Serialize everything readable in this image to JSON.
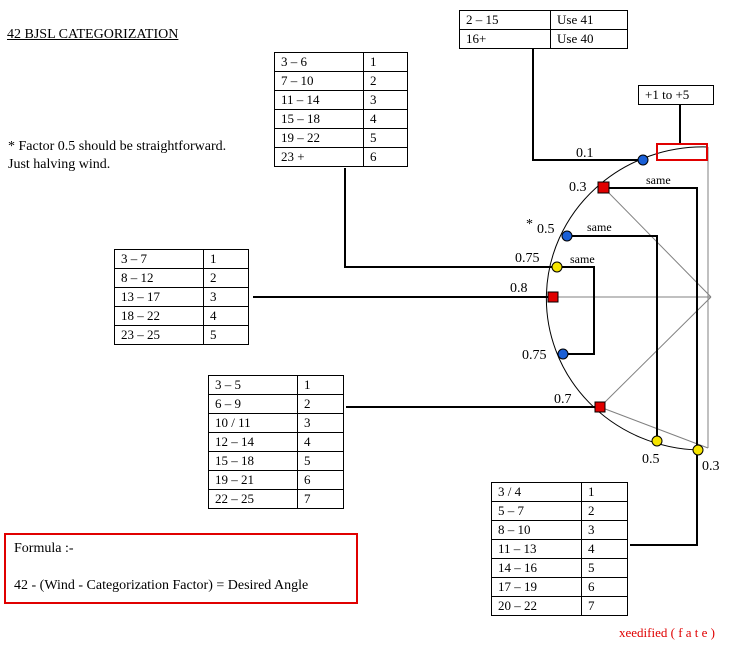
{
  "title": "42 BJSL CATEGORIZATION",
  "note": "* Factor 0.5 should be straightforward. Just halving wind.",
  "tables": {
    "top_right": [
      [
        "2 – 15",
        "Use 41"
      ],
      [
        "16+",
        "Use 40"
      ]
    ],
    "plus_one": "+1 to +5",
    "factor_03_top": [
      [
        "3 – 6",
        "1"
      ],
      [
        "7 – 10",
        "2"
      ],
      [
        "11 – 14",
        "3"
      ],
      [
        "15 – 18",
        "4"
      ],
      [
        "19 – 22",
        "5"
      ],
      [
        "23 +",
        "6"
      ]
    ],
    "factor_08": [
      [
        "3 – 7",
        "1"
      ],
      [
        "8 – 12",
        "2"
      ],
      [
        "13 – 17",
        "3"
      ],
      [
        "18 – 22",
        "4"
      ],
      [
        "23 – 25",
        "5"
      ]
    ],
    "factor_07": [
      [
        "3 – 5",
        "1"
      ],
      [
        "6 – 9",
        "2"
      ],
      [
        "10 / 11",
        "3"
      ],
      [
        "12 – 14",
        "4"
      ],
      [
        "15 – 18",
        "5"
      ],
      [
        "19 – 21",
        "6"
      ],
      [
        "22 – 25",
        "7"
      ]
    ],
    "factor_03_bottom": [
      [
        "3 / 4",
        "1"
      ],
      [
        "5 – 7",
        "2"
      ],
      [
        "8 – 10",
        "3"
      ],
      [
        "11 – 13",
        "4"
      ],
      [
        "14 – 16",
        "5"
      ],
      [
        "17 – 19",
        "6"
      ],
      [
        "20 – 22",
        "7"
      ]
    ]
  },
  "labels": {
    "f01": "0.1",
    "f03_top": "0.3",
    "star": "*",
    "f05_top": "0.5",
    "f075_top": "0.75",
    "f08": "0.8",
    "f075_bottom": "0.75",
    "f07": "0.7",
    "f05_bottom": "0.5",
    "f03_bottom": "0.3",
    "same1": "same",
    "same2": "same",
    "same3": "same"
  },
  "formula": {
    "heading": "Formula :-",
    "text": "42 - (Wind - Categorization Factor) = Desired Angle"
  },
  "credit": "xeedified ( f a t e )",
  "colors": {
    "red": "#e00000",
    "blue": "#1a5fd6",
    "yellow": "#f5e400",
    "gray": "#808080"
  }
}
